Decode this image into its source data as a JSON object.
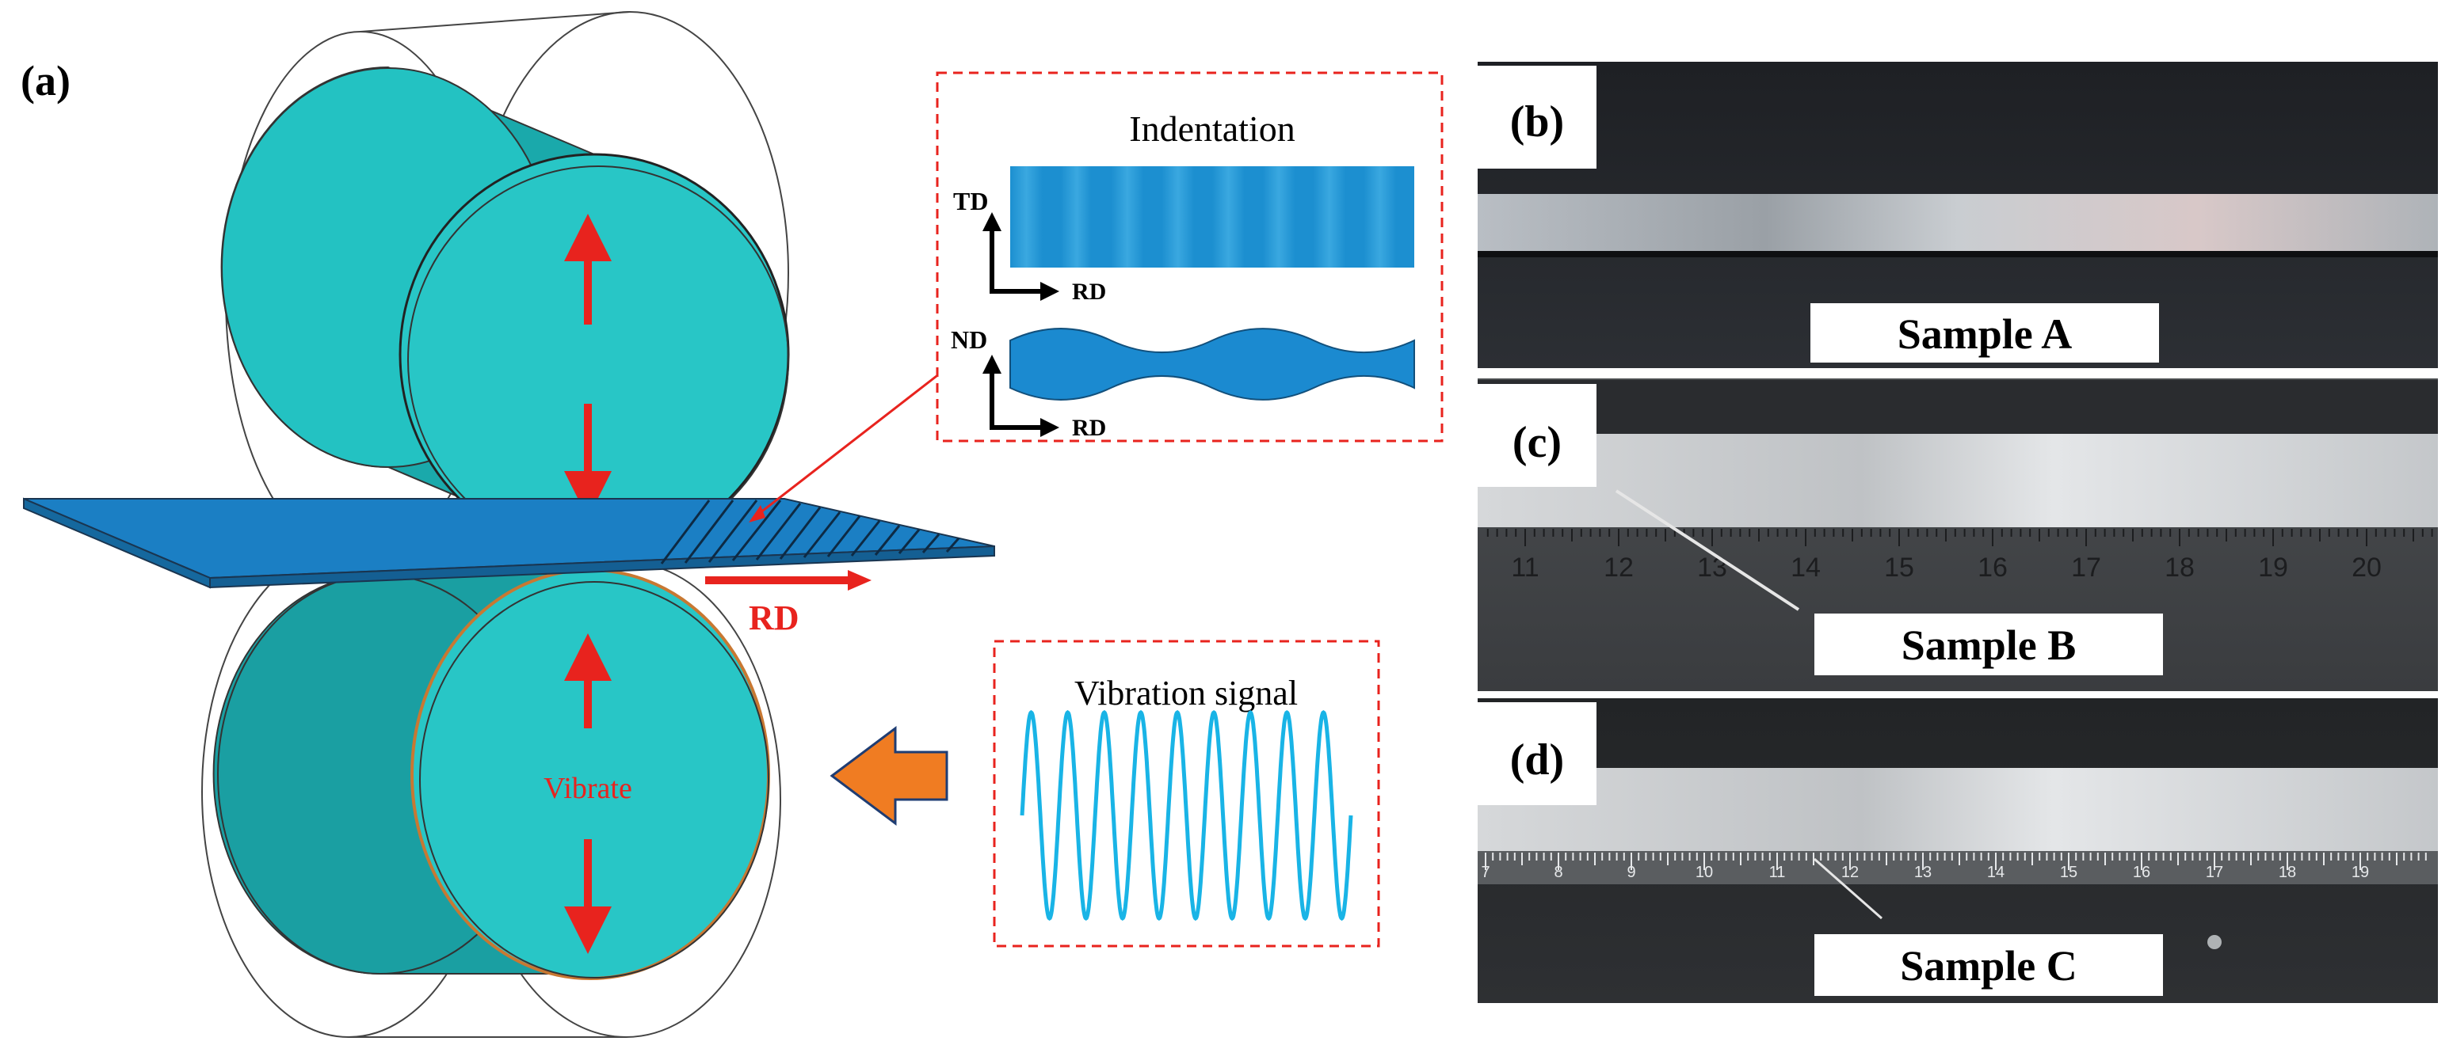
{
  "panel_a": {
    "label": "(a)",
    "vibrate_label": "Vibrate",
    "rd_label": "RD",
    "inset_indentation": {
      "title": "Indentation",
      "td": "TD",
      "nd": "ND",
      "rd_top": "RD",
      "rd_bottom": "RD"
    },
    "inset_signal": {
      "title": "Vibration signal"
    }
  },
  "panel_b": {
    "label": "(b)",
    "sample": "Sample A"
  },
  "panel_c": {
    "label": "(c)",
    "sample": "Sample B",
    "ruler_numbers": [
      "11",
      "12",
      "13",
      "14",
      "15",
      "16",
      "17",
      "18",
      "19",
      "20"
    ]
  },
  "panel_d": {
    "label": "(d)",
    "sample": "Sample C",
    "ruler_numbers": [
      "7",
      "8",
      "9",
      "10",
      "11",
      "12",
      "13",
      "14",
      "15",
      "16",
      "17",
      "18",
      "19"
    ]
  },
  "colors": {
    "roller": "#22c3c3",
    "roller_dark": "#1a9a9c",
    "sheet": "#1b7fc4",
    "arrow_red": "#e8231e",
    "arrow_orange": "#f07c22",
    "signal": "#19b4e6",
    "dashed_box": "#e8231e"
  }
}
